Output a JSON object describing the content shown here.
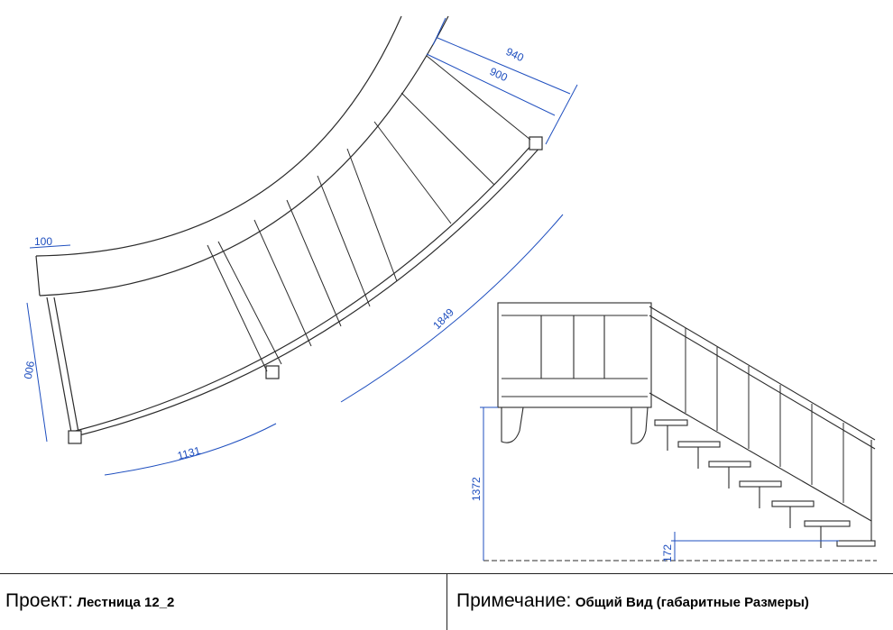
{
  "plan_view": {
    "dimensions": {
      "overall_width": "940",
      "tread_width": "900",
      "wall_offset": "100",
      "landing_depth": "900",
      "outer_arc_upper": "1849",
      "outer_arc_lower": "1131"
    }
  },
  "elevation_view": {
    "dimensions": {
      "overall_height": "1372",
      "step_rise": "172"
    }
  },
  "title_block": {
    "project_label": "Проект:",
    "project_value": "Лестница 12_2",
    "note_label": "Примечание:",
    "note_value": "Общий Вид (габаритные Размеры)"
  },
  "colors": {
    "line": "#2b2b2b",
    "dimension": "#1f4fbf"
  }
}
